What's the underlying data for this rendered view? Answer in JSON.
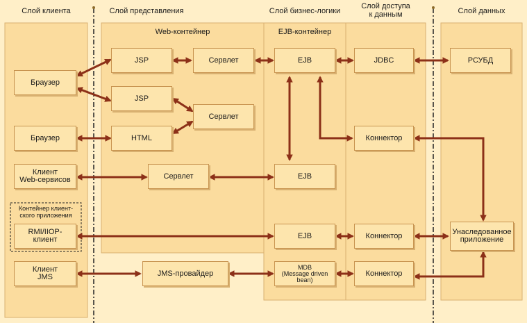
{
  "layers": {
    "client": "Слой клиента",
    "presentation": "Слой представления",
    "business": "Слой бизнес-логики",
    "data_access": "Слой доступа\nк данным",
    "data": "Слой данных"
  },
  "containers": {
    "web": "Web-контейнер",
    "ejb": "EJB-контейнер",
    "app_client": "Контейнер клиент-\nского приложения"
  },
  "components": {
    "browser1": "Браузер",
    "browser2": "Браузер",
    "ws_client": "Клиент\nWeb-сервисов",
    "rmi_client": "RMI/IIOP-\nклиент",
    "jms_client": "Клиент\nJMS",
    "jsp1": "JSP",
    "jsp2": "JSP",
    "html": "HTML",
    "servlet1": "Сервлет",
    "servlet2": "Сервлет",
    "servlet3": "Сервлет",
    "jms_provider": "JMS-провайдер",
    "ejb1": "EJB",
    "ejb2": "EJB",
    "ejb3": "EJB",
    "mdb": "MDB\n(Message driven\nbean)",
    "jdbc": "JDBC",
    "connector1": "Коннектор",
    "connector2": "Коннектор",
    "connector3": "Коннектор",
    "rdbms": "РСУБД",
    "legacy": "Унаследованное\nприложение"
  },
  "colors": {
    "background": "#ffefc8",
    "panel": "#fbdc9e",
    "box": "#fde5ad",
    "arrow": "#8c3018",
    "divider": "#222222"
  }
}
